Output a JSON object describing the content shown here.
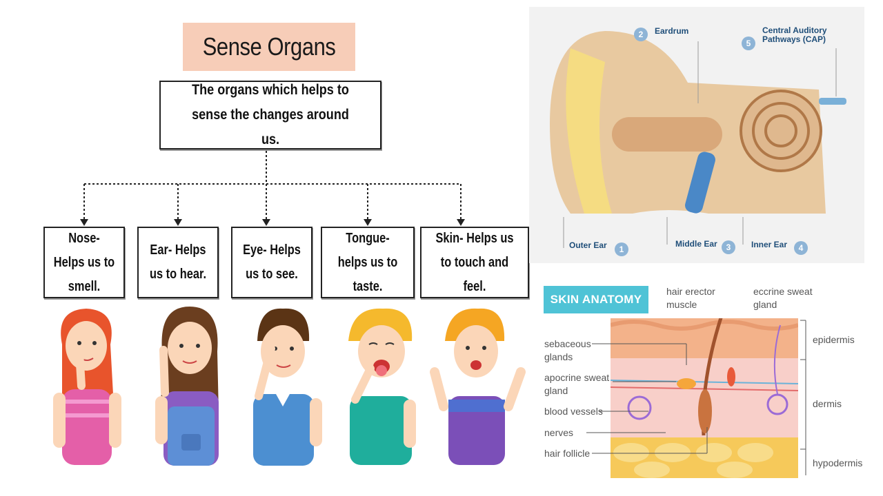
{
  "sense_organs": {
    "title": "Sense Organs",
    "definition": "The organs which helps to sense the changes around us.",
    "organs": [
      {
        "label": "Nose- Helps us to smell.",
        "icon": "child-touching-nose-icon"
      },
      {
        "label": "Ear- Helps us to hear.",
        "icon": "child-touching-ear-icon"
      },
      {
        "label": "Eye- Helps us to see.",
        "icon": "child-touching-eye-icon"
      },
      {
        "label": "Tongue- helps us to taste.",
        "icon": "child-showing-tongue-icon"
      },
      {
        "label": "Skin- Helps us to touch and feel.",
        "icon": "child-raising-hands-icon"
      }
    ],
    "colors": {
      "title_bg": "#f7cdb8"
    }
  },
  "ear_diagram": {
    "labels": [
      {
        "number": "1",
        "text": "Outer Ear"
      },
      {
        "number": "2",
        "text": "Eardrum"
      },
      {
        "number": "3",
        "text": "Middle Ear"
      },
      {
        "number": "4",
        "text": "Inner Ear"
      },
      {
        "number": "5",
        "text": "Central Auditory Pathways (CAP)"
      }
    ]
  },
  "skin_diagram": {
    "title": "SKIN ANATOMY",
    "left_labels": [
      "sebaceous glands",
      "apocrine sweat gland",
      "blood vessels",
      "nerves",
      "hair follicle"
    ],
    "top_labels": [
      "hair erector muscle",
      "eccrine sweat gland"
    ],
    "layer_labels": [
      "epidermis",
      "dermis",
      "hypodermis"
    ],
    "colors": {
      "title_bg": "#4fc3d6"
    }
  }
}
